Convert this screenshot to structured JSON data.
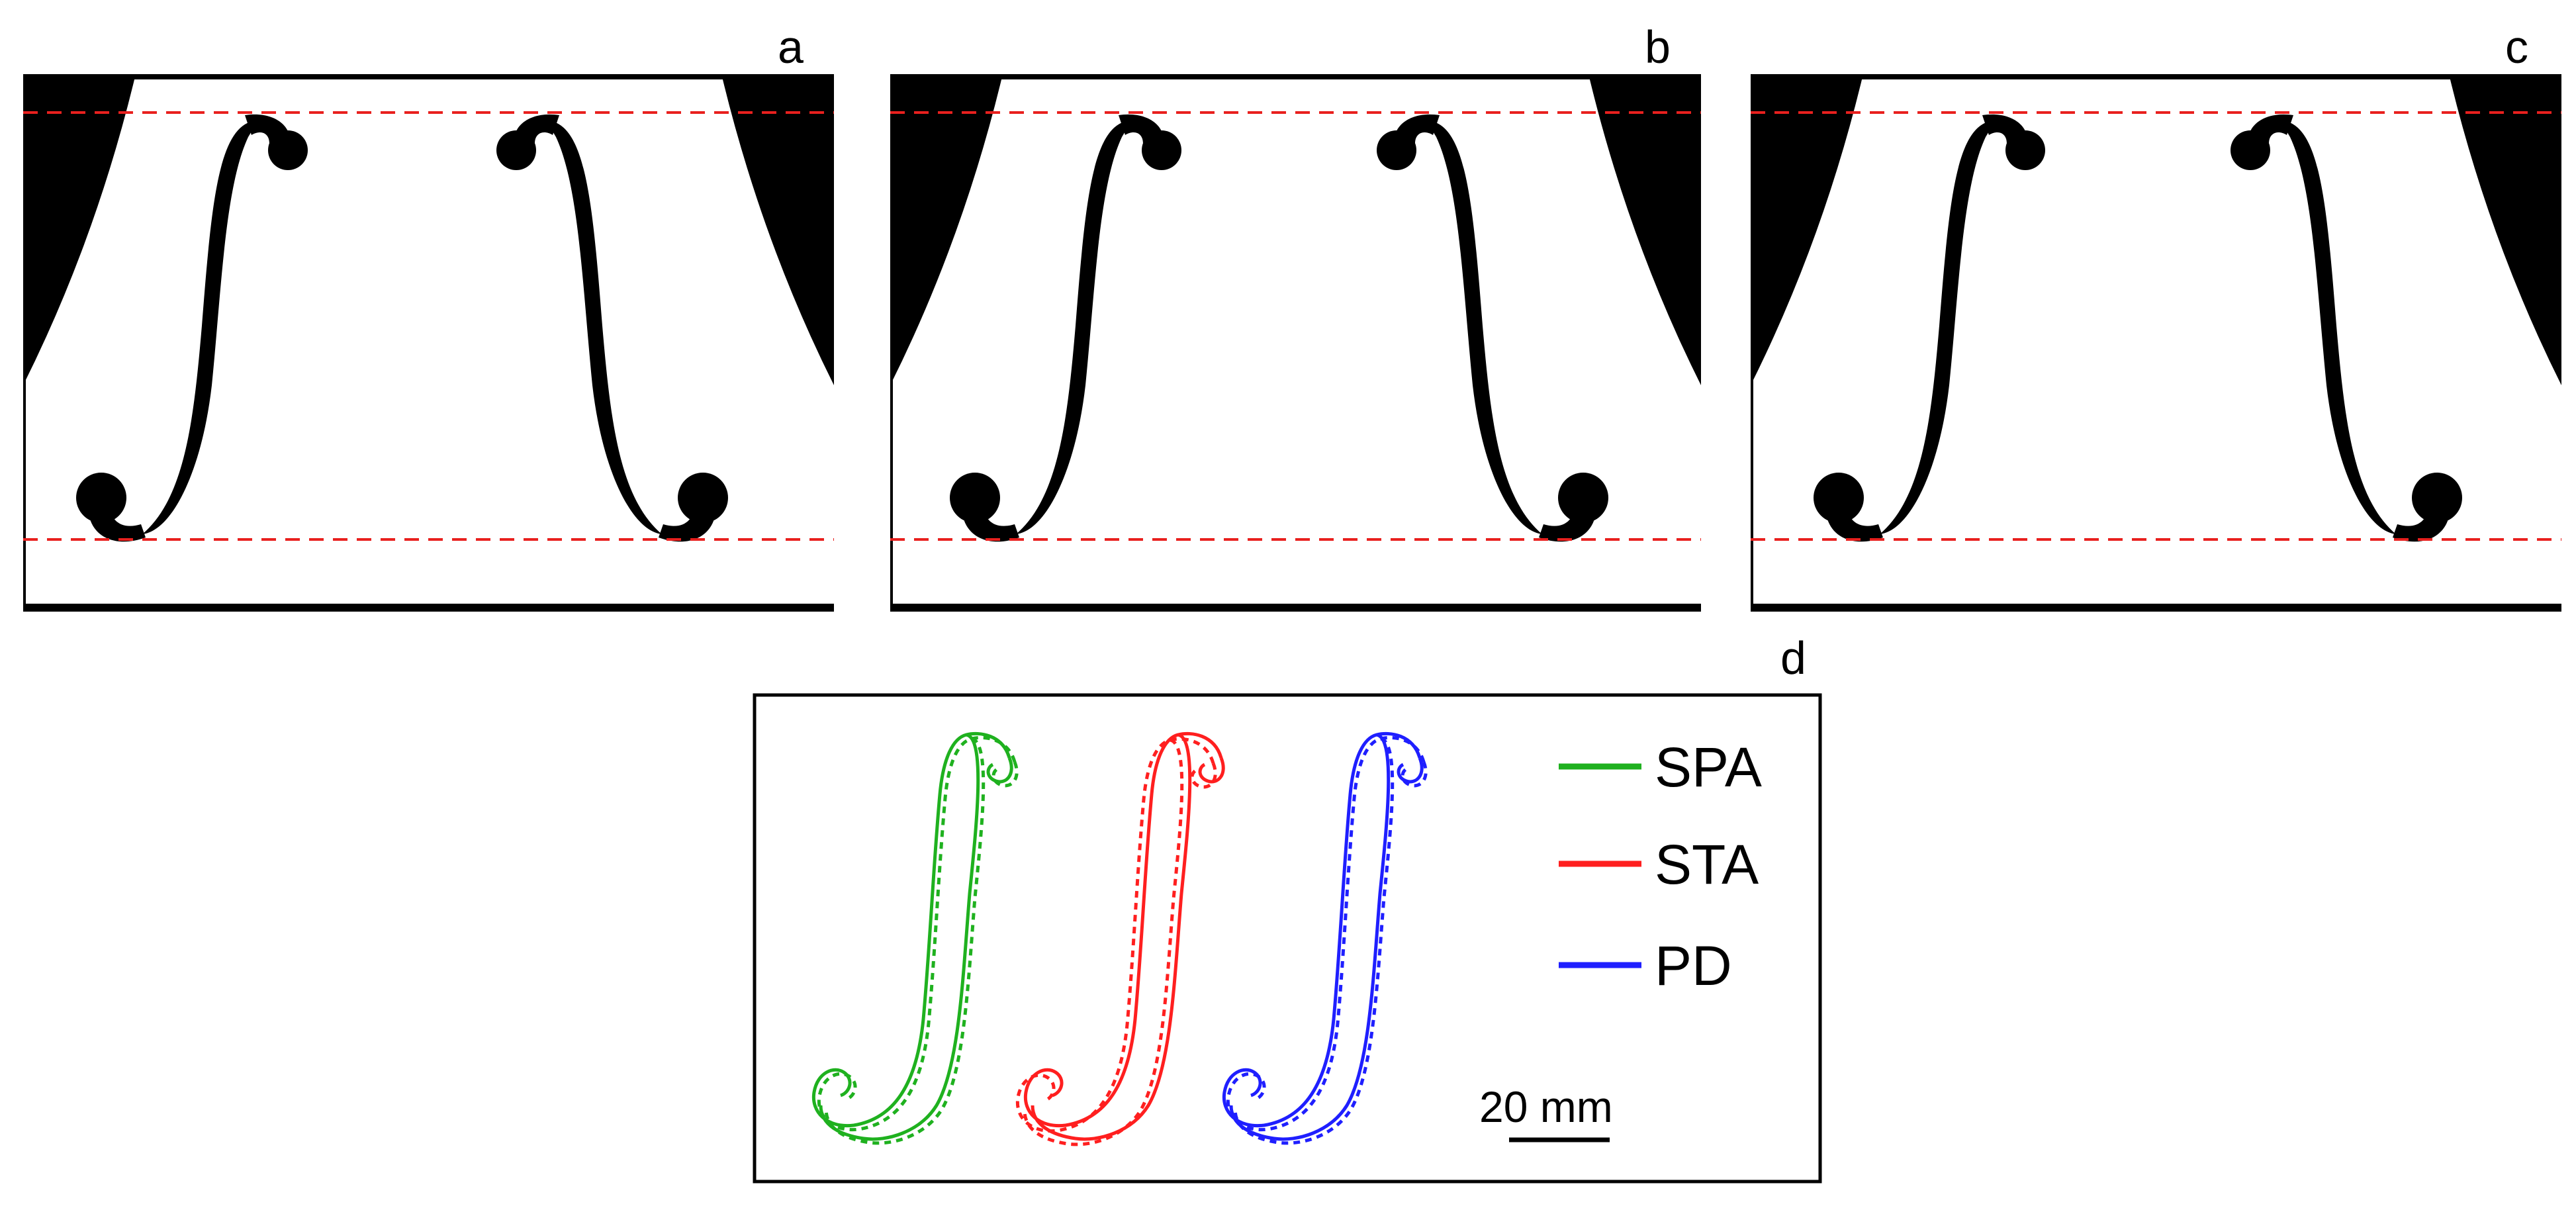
{
  "panels": [
    {
      "label": "a"
    },
    {
      "label": "b"
    },
    {
      "label": "c"
    }
  ],
  "overlay_panel": {
    "label": "d",
    "legend": [
      {
        "label": "SPA",
        "color": "#1fb11f"
      },
      {
        "label": "STA",
        "color": "#ff1f1f"
      },
      {
        "label": "PD",
        "color": "#1f1fff"
      }
    ],
    "scale_bar": {
      "label": "20 mm"
    }
  },
  "guide_line_color": "#e8201e"
}
